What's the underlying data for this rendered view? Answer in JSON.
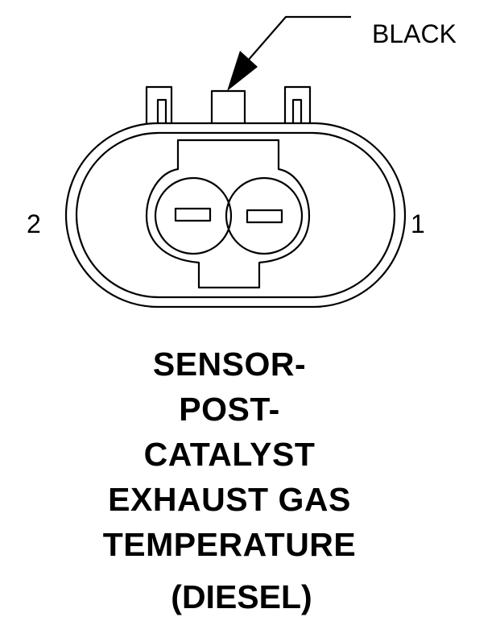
{
  "connector": {
    "wire_color": "BLACK",
    "pins": [
      "2",
      "1"
    ]
  },
  "title_lines": [
    "SENSOR-",
    "POST-",
    "CATALYST",
    "EXHAUST GAS",
    "TEMPERATURE"
  ],
  "subtitle": "(DIESEL)"
}
